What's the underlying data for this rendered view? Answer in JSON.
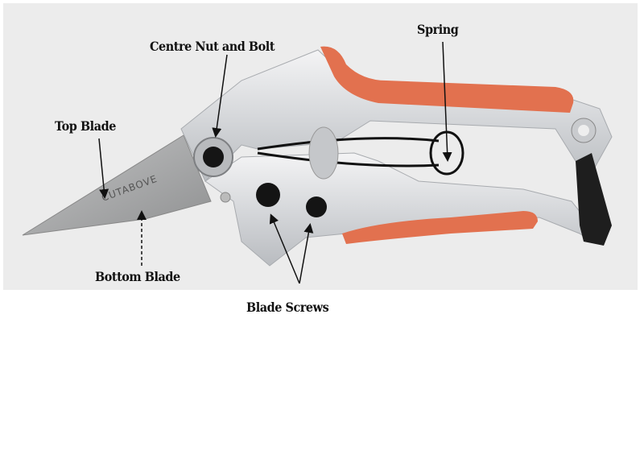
{
  "labels": {
    "centre_nut_and_bolt": "Centre Nut and Bolt",
    "spring": "Spring",
    "top_blade": "Top Blade",
    "bottom_blade": "Bottom Blade",
    "blade_screws": "Blade Screws"
  },
  "brand": "CUTABOVE",
  "colors": {
    "background": "#ececec",
    "handle_grip": "#e2714f",
    "metal": "#d4d6d9",
    "blade": "#a9aaab"
  }
}
